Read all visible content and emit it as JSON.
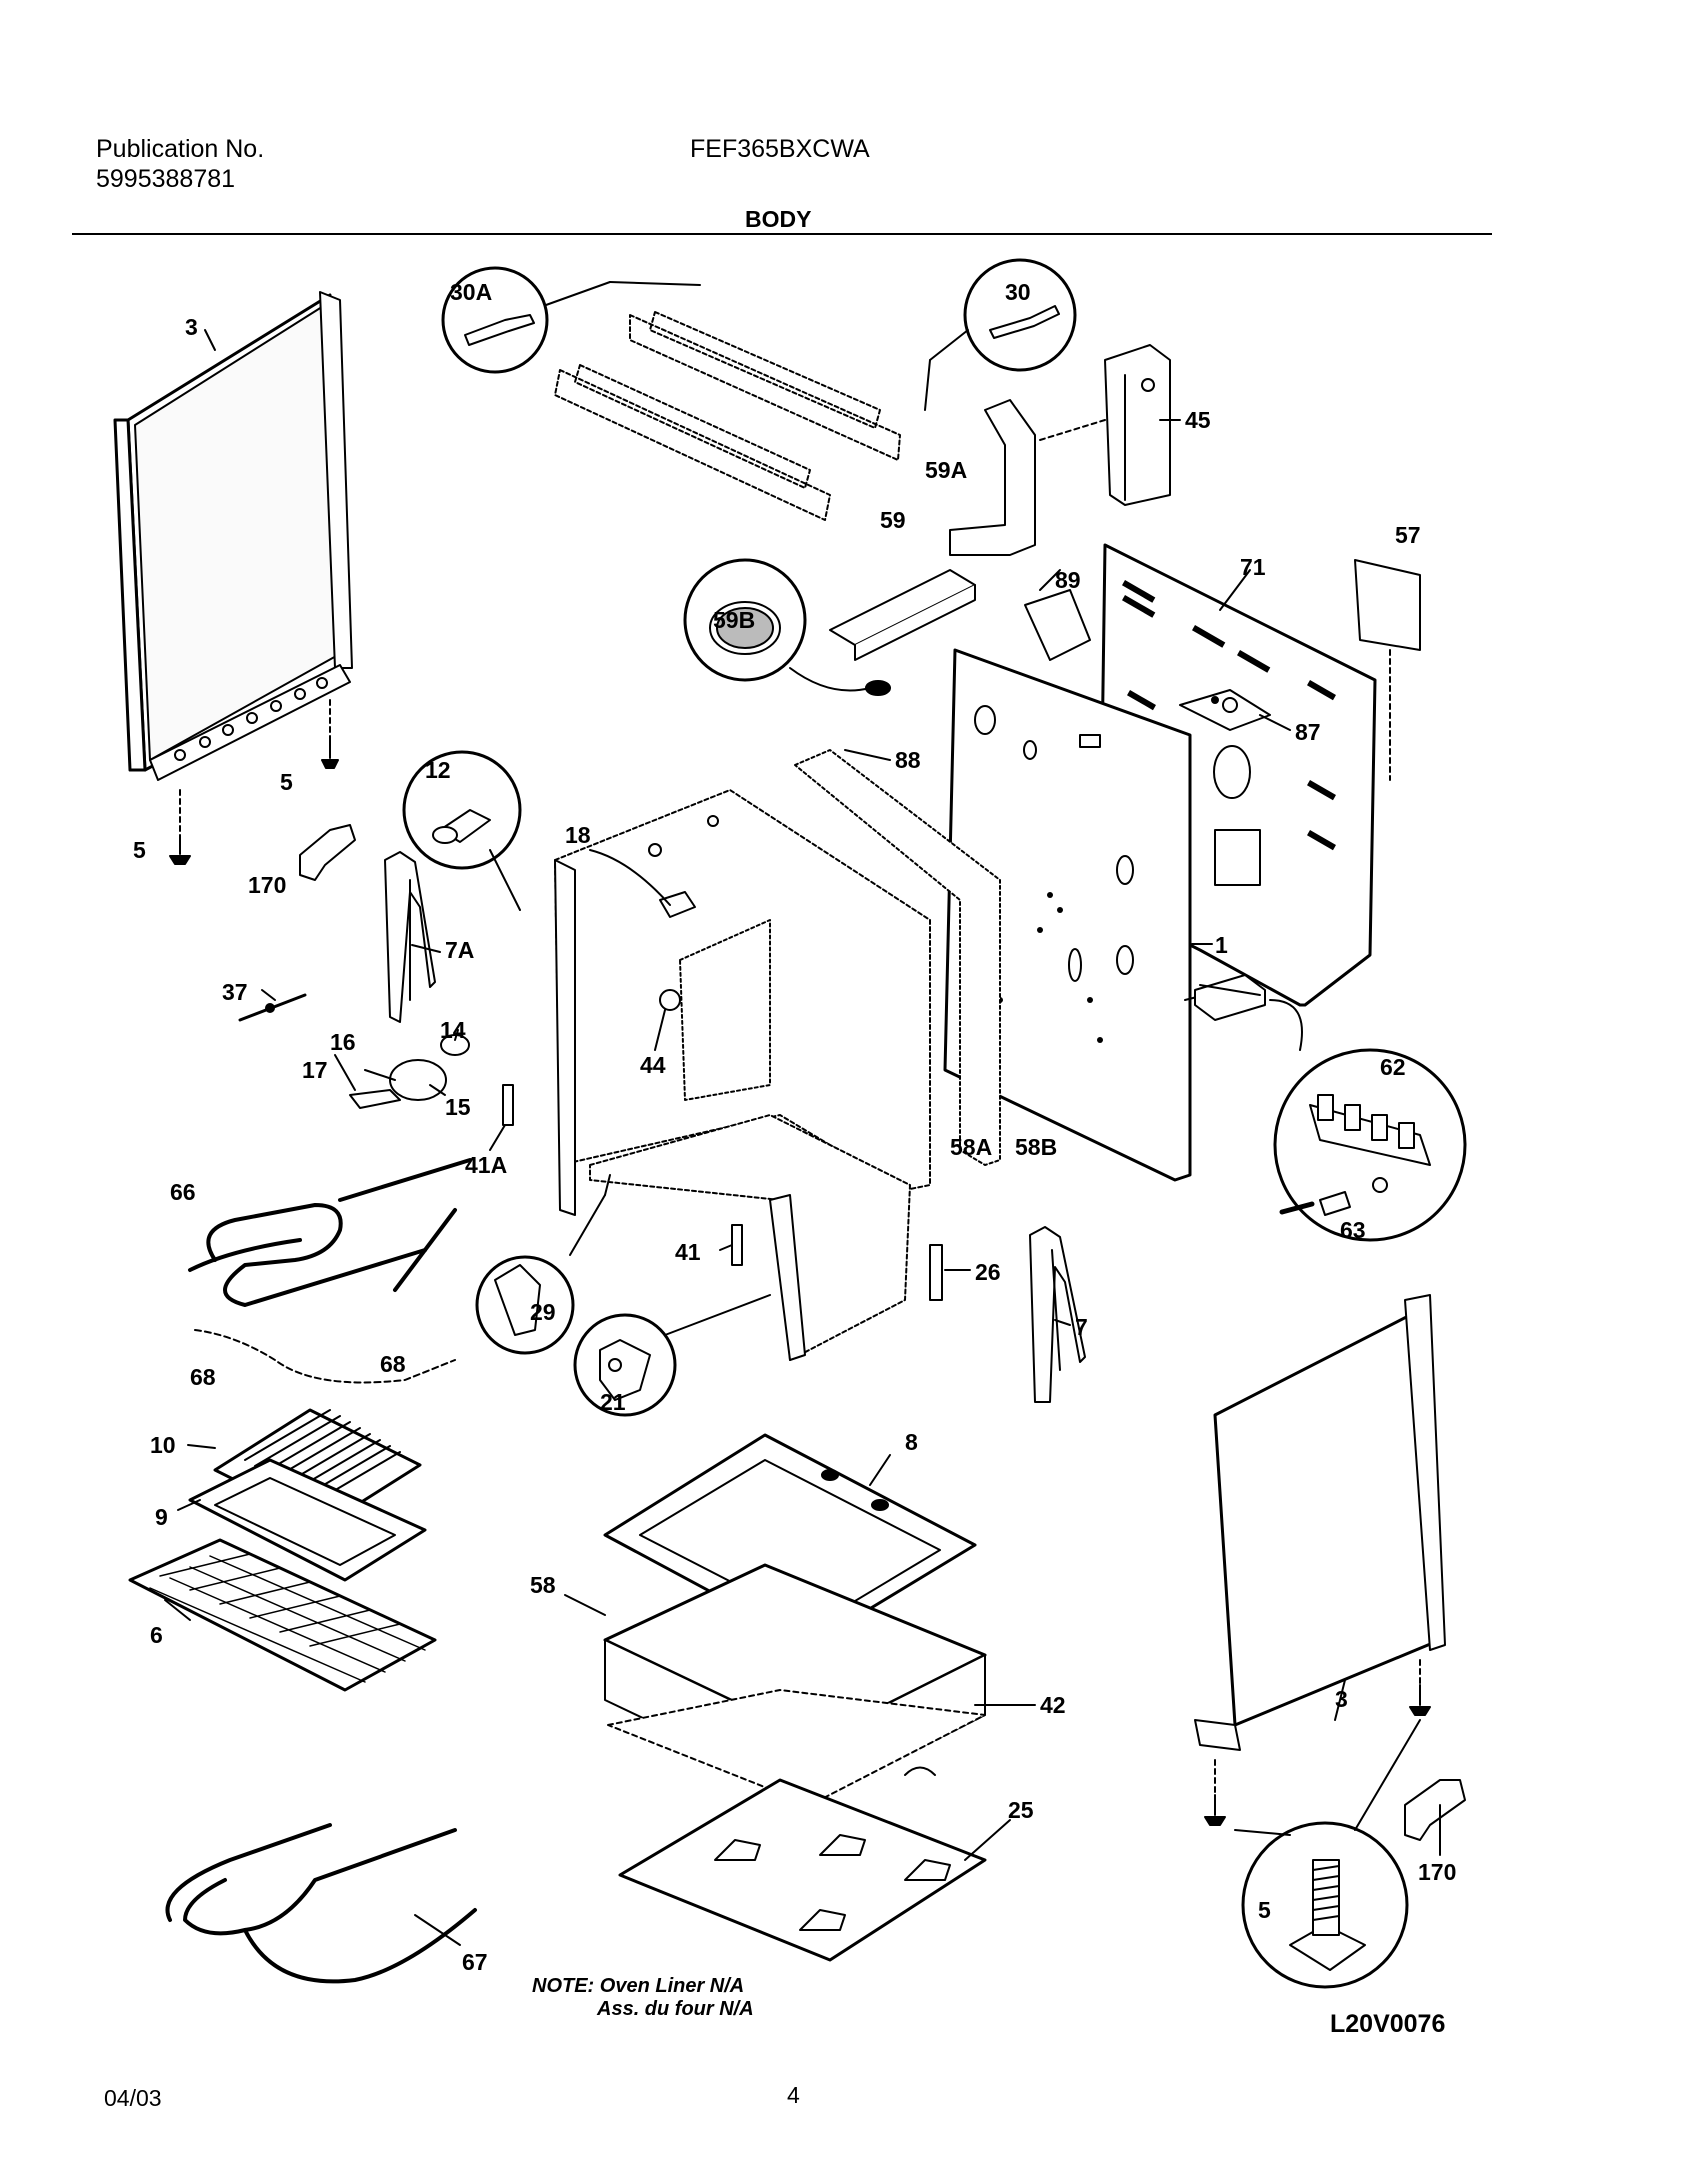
{
  "header": {
    "publication_label": "Publication No.",
    "publication_number": "5995388781",
    "model": "FEF365BXCWA",
    "section_title": "BODY"
  },
  "note": {
    "line1": "NOTE: Oven Liner N/A",
    "line2": "Ass. du four N/A"
  },
  "figure_code": "L20V0076",
  "footer": {
    "date": "04/03",
    "page": "4"
  },
  "part_labels": {
    "p3_left": "3",
    "p30A": "30A",
    "p30": "30",
    "p45": "45",
    "p59A": "59A",
    "p59": "59",
    "p59B": "59B",
    "p57": "57",
    "p71": "71",
    "p89": "89",
    "p87": "87",
    "p88": "88",
    "p5_a": "5",
    "p5_b": "5",
    "p170_left": "170",
    "p12": "12",
    "p18": "18",
    "p7A": "7A",
    "p37": "37",
    "p14": "14",
    "p16": "16",
    "p17": "17",
    "p15": "15",
    "p44": "44",
    "p41A": "41A",
    "p1": "1",
    "p62": "62",
    "p63": "63",
    "p58A": "58A",
    "p58B": "58B",
    "p66": "66",
    "p41": "41",
    "p26": "26",
    "p7": "7",
    "p29": "29",
    "p21": "21",
    "p68_a": "68",
    "p68_b": "68",
    "p10": "10",
    "p9": "9",
    "p8": "8",
    "p6": "6",
    "p58": "58",
    "p42": "42",
    "p25": "25",
    "p3_right": "3",
    "p170_right": "170",
    "p5_right": "5",
    "p67": "67"
  }
}
